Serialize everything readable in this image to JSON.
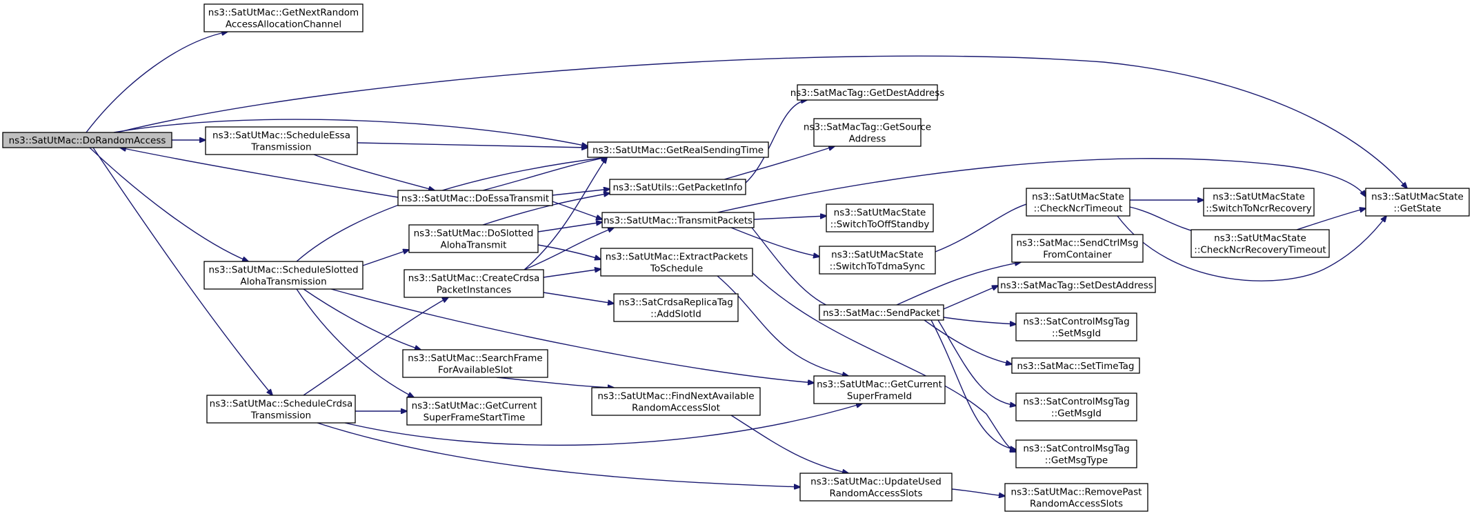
{
  "diagram": {
    "nodes": [
      {
        "id": "n0",
        "lines": [
          "ns3::SatUtMac::DoRandomAccess"
        ],
        "root": true
      },
      {
        "id": "n1",
        "lines": [
          "ns3::SatUtMac::GetNextRandom",
          "AccessAllocationChannel"
        ]
      },
      {
        "id": "n2",
        "lines": [
          "ns3::SatUtMacState",
          "::GetState"
        ]
      },
      {
        "id": "n3",
        "lines": [
          "ns3::SatUtMac::GetRealSendingTime"
        ]
      },
      {
        "id": "n4",
        "lines": [
          "ns3::SatUtMac::ScheduleEssa",
          "Transmission"
        ]
      },
      {
        "id": "n5",
        "lines": [
          "ns3::SatUtMac::ScheduleSlotted",
          "AlohaTransmission"
        ]
      },
      {
        "id": "n6",
        "lines": [
          "ns3::SatUtMac::ScheduleCrdsa",
          "Transmission"
        ]
      },
      {
        "id": "n7",
        "lines": [
          "ns3::SatUtMac::DoEssaTransmit"
        ]
      },
      {
        "id": "n8",
        "lines": [
          "ns3::SatUtils::GetPacketInfo"
        ]
      },
      {
        "id": "n9",
        "lines": [
          "ns3::SatUtMac::TransmitPackets"
        ]
      },
      {
        "id": "n10",
        "lines": [
          "ns3::SatMacTag::GetDestAddress"
        ]
      },
      {
        "id": "n11",
        "lines": [
          "ns3::SatMacTag::GetSource",
          "Address"
        ]
      },
      {
        "id": "n12",
        "lines": [
          "ns3::SatUtMac::DoSlotted",
          "AlohaTransmit"
        ]
      },
      {
        "id": "n13",
        "lines": [
          "ns3::SatUtMac::ExtractPackets",
          "ToSchedule"
        ]
      },
      {
        "id": "n14",
        "lines": [
          "ns3::SatUtMac::CreateCrdsa",
          "PacketInstances"
        ]
      },
      {
        "id": "n15",
        "lines": [
          "ns3::SatCrdsaReplicaTag",
          "::AddSlotId"
        ]
      },
      {
        "id": "n16",
        "lines": [
          "ns3::SatUtMac::SearchFrame",
          "ForAvailableSlot"
        ]
      },
      {
        "id": "n17",
        "lines": [
          "ns3::SatUtMac::GetCurrent",
          "SuperFrameStartTime"
        ]
      },
      {
        "id": "n18",
        "lines": [
          "ns3::SatUtMac::FindNextAvailable",
          "RandomAccessSlot"
        ]
      },
      {
        "id": "n19",
        "lines": [
          "ns3::SatUtMac::GetCurrent",
          "SuperFrameId"
        ]
      },
      {
        "id": "n20",
        "lines": [
          "ns3::SatUtMac::UpdateUsed",
          "RandomAccessSlots"
        ]
      },
      {
        "id": "n21",
        "lines": [
          "ns3::SatUtMacState",
          "::SwitchToOffStandby"
        ]
      },
      {
        "id": "n22",
        "lines": [
          "ns3::SatUtMacState",
          "::SwitchToTdmaSync"
        ]
      },
      {
        "id": "n23",
        "lines": [
          "ns3::SatUtMacState",
          "::CheckNcrTimeout"
        ]
      },
      {
        "id": "n24",
        "lines": [
          "ns3::SatMac::SendPacket"
        ]
      },
      {
        "id": "n25",
        "lines": [
          "ns3::SatUtMacState",
          "::SwitchToNcrRecovery"
        ]
      },
      {
        "id": "n26",
        "lines": [
          "ns3::SatUtMacState",
          "::CheckNcrRecoveryTimeout"
        ]
      },
      {
        "id": "n27",
        "lines": [
          "ns3::SatMac::SendCtrlMsg",
          "FromContainer"
        ]
      },
      {
        "id": "n28",
        "lines": [
          "ns3::SatMacTag::SetDestAddress"
        ]
      },
      {
        "id": "n29",
        "lines": [
          "ns3::SatControlMsgTag",
          "::SetMsgId"
        ]
      },
      {
        "id": "n30",
        "lines": [
          "ns3::SatMac::SetTimeTag"
        ]
      },
      {
        "id": "n31",
        "lines": [
          "ns3::SatControlMsgTag",
          "::GetMsgId"
        ]
      },
      {
        "id": "n32",
        "lines": [
          "ns3::SatControlMsgTag",
          "::GetMsgType"
        ]
      },
      {
        "id": "n33",
        "lines": [
          "ns3::SatUtMac::RemovePast",
          "RandomAccessSlots"
        ]
      }
    ]
  }
}
